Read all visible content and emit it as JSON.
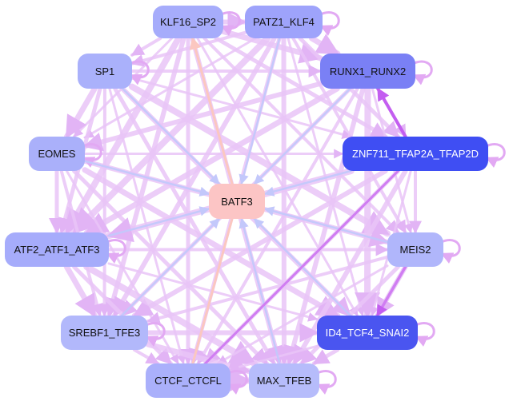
{
  "graph": {
    "center": {
      "id": "BATF3",
      "label": "BATF3",
      "color": "#fcc5c5"
    },
    "nodes": [
      {
        "id": "KLF16_SP2",
        "label": "KLF16_SP2",
        "color": "#a6acfb"
      },
      {
        "id": "PATZ1_KLF4",
        "label": "PATZ1_KLF4",
        "color": "#9ea3fb"
      },
      {
        "id": "SP1",
        "label": "SP1",
        "color": "#aab1fb"
      },
      {
        "id": "RUNX1_RUNX2",
        "label": "RUNX1_RUNX2",
        "color": "#7a80f5"
      },
      {
        "id": "EOMES",
        "label": "EOMES",
        "color": "#aab0fa"
      },
      {
        "id": "ZNF711_TFAP2A_TFAP2D",
        "label": "ZNF711_TFAP2A_TFAP2D",
        "color": "#3f4ef3"
      },
      {
        "id": "ATF2_ATF1_ATF3",
        "label": "ATF2_ATF1_ATF3",
        "color": "#a6acfb"
      },
      {
        "id": "MEIS2",
        "label": "MEIS2",
        "color": "#b0b6fb"
      },
      {
        "id": "SREBF1_TFE3",
        "label": "SREBF1_TFE3",
        "color": "#b2b8fb"
      },
      {
        "id": "ID4_TCF4_SNAI2",
        "label": "ID4_TCF4_SNAI2",
        "color": "#4a55f0"
      },
      {
        "id": "CTCF_CTCFL",
        "label": "CTCF_CTCFL",
        "color": "#aab0fb"
      },
      {
        "id": "MAX_TFEB",
        "label": "MAX_TFEB",
        "color": "#b6bcfb"
      }
    ],
    "edge_colors": {
      "mesh": "#e9c4f7",
      "to_center": "#c3c8fb",
      "center_link": "#fbc7c0",
      "strong": "#d07df2",
      "self_loop": "#e2a9f3"
    }
  }
}
